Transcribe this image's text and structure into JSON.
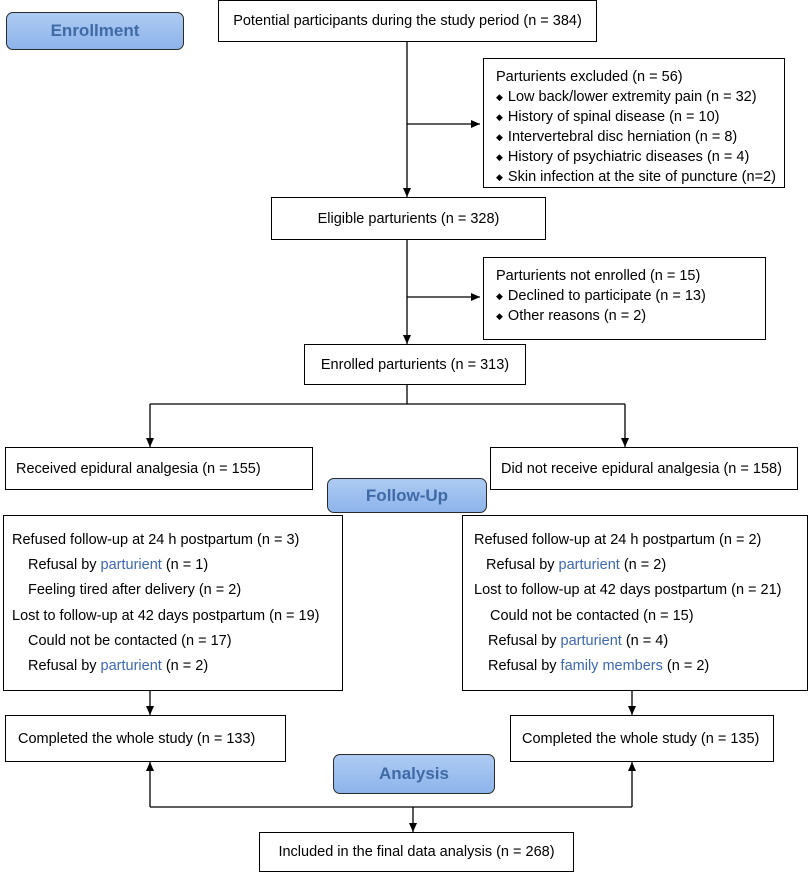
{
  "stages": {
    "enrollment": "Enrollment",
    "follow_up": "Follow-Up",
    "analysis": "Analysis"
  },
  "potential": "Potential participants during the study period (n = 384)",
  "excluded": {
    "title": "Parturients excluded  (n = 56)",
    "items": [
      "Low back/lower extremity pain (n = 32)",
      "History of spinal disease (n = 10)",
      "Intervertebral disc herniation (n = 8)",
      "History of psychiatric diseases (n = 4)",
      "Skin infection at the site of puncture (n=2)"
    ]
  },
  "eligible": "Eligible parturients  (n = 328)",
  "not_enrolled": {
    "title": "Parturients not enrolled (n = 15)",
    "items": [
      "Declined to participate (n = 13)",
      "Other reasons (n = 2)"
    ]
  },
  "enrolled": "Enrolled parturients (n = 313)",
  "left_arm": {
    "group": "Received epidural analgesia (n = 155)",
    "followup": {
      "refused_24h": "Refused follow-up at 24 h postpartum (n = 3)",
      "refusal_by": "Refusal by ",
      "parturient": "parturient",
      "refusal_parturient_n": " (n = 1)",
      "tired": "Feeling tired after delivery (n = 2)",
      "lost_42d": "Lost to follow-up at 42 days postpartum (n = 19)",
      "not_contacted": "Could not be contacted (n = 17)",
      "refusal_by2": "Refusal by ",
      "parturient2": "parturient",
      "refusal_parturient_n2": " (n = 2)"
    },
    "completed": "Completed the whole study (n = 133)"
  },
  "right_arm": {
    "group": "Did not receive epidural analgesia (n = 158)",
    "followup": {
      "refused_24h": "Refused follow-up at 24 h postpartum (n = 2)",
      "refusal_by": "Refusal by ",
      "parturient": "parturient",
      "refusal_parturient_n": " (n = 2)",
      "lost_42d": "Lost to follow-up at 42 days postpartum (n = 21)",
      "not_contacted": "Could not be contacted (n = 15)",
      "refusal_by2": "Refusal by ",
      "parturient2": "parturient",
      "refusal_parturient_n2": " (n = 4)",
      "refusal_by3": "Refusal by ",
      "family": "family members",
      "refusal_family_n": " (n = 2)"
    },
    "completed": "Completed the whole study (n = 135)"
  },
  "final": "Included in the final data analysis (n = 268)"
}
